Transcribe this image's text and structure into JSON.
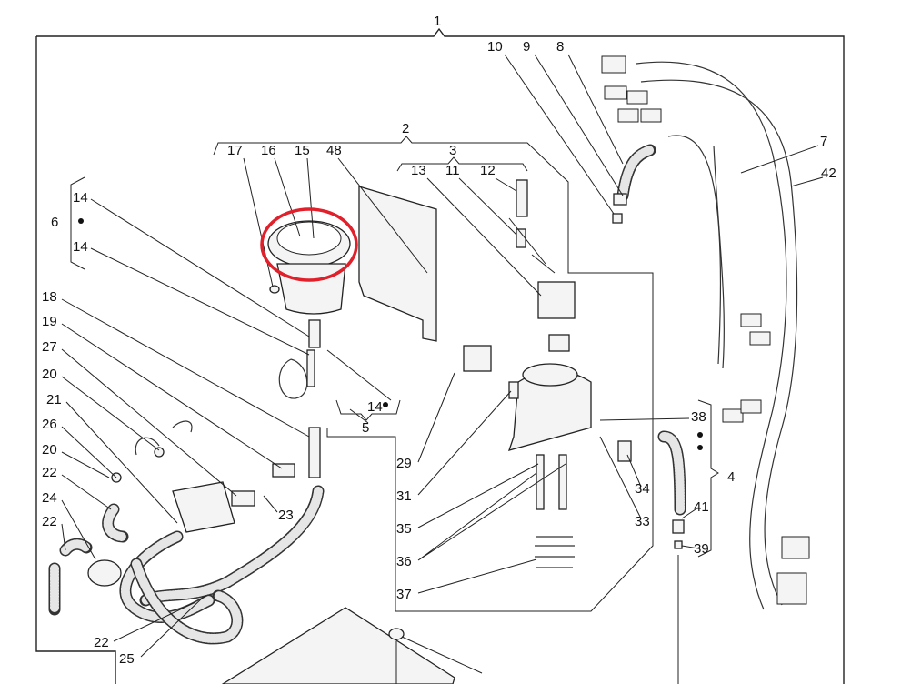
{
  "diagram": {
    "highlight_color": "#e0202a",
    "labels": [
      "1",
      "10",
      "9",
      "8",
      "7",
      "42",
      "2",
      "3",
      "13",
      "11",
      "12",
      "17",
      "16",
      "15",
      "48",
      "6",
      "14",
      "14",
      "18",
      "19",
      "27",
      "20",
      "21",
      "26",
      "20",
      "22",
      "24",
      "22",
      "23",
      "14",
      "5",
      "29",
      "31",
      "35",
      "36",
      "37",
      "38",
      "34",
      "33",
      "4",
      "41",
      "39",
      "22",
      "25"
    ]
  }
}
